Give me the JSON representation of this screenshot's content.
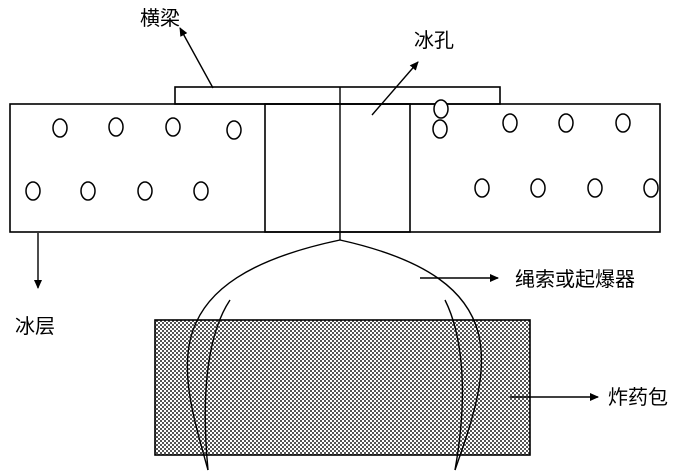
{
  "labels": {
    "beam": "横梁",
    "ice_hole": "冰孔",
    "ice_layer": "冰层",
    "rope": "绳索或起爆器",
    "explosive": "炸药包"
  },
  "colors": {
    "line": "#000000",
    "background": "#ffffff",
    "explosive_fill": "#7a7a7a"
  }
}
